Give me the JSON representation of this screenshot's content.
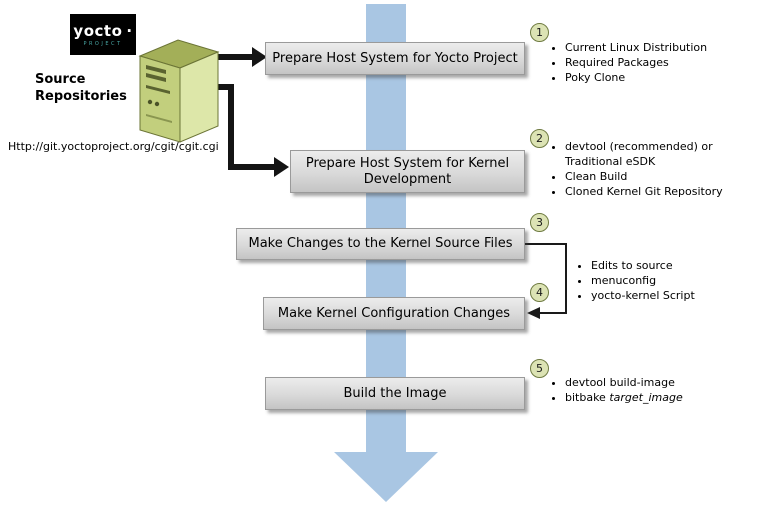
{
  "logo": {
    "brand": "yocto",
    "dot": "·",
    "subtitle": "PROJECT"
  },
  "source": {
    "title": "Source Repositories",
    "url": "Http://git.yoctoproject.org/cgit/cgit.cgi"
  },
  "steps": {
    "s1": {
      "num": "1",
      "label": "Prepare Host System for Yocto Project"
    },
    "s2": {
      "num": "2",
      "label": "Prepare Host System for Kernel Development"
    },
    "s3": {
      "num": "3",
      "label": "Make Changes to the Kernel Source Files"
    },
    "s4": {
      "num": "4",
      "label": "Make Kernel Configuration Changes"
    },
    "s5": {
      "num": "5",
      "label": "Build the Image"
    }
  },
  "lists": {
    "step1": [
      "Current Linux Distribution",
      "Required Packages",
      "Poky Clone"
    ],
    "step2": [
      "devtool (recommended) or Traditional eSDK",
      "Clean Build",
      "Cloned Kernel Git Repository"
    ],
    "steps34": [
      "Edits to source",
      "menuconfig",
      "yocto-kernel Script"
    ],
    "step5": {
      "item1": "devtool build-image",
      "item2_prefix": "bitbake ",
      "item2_italic": "target_image"
    }
  },
  "colors": {
    "flow_arrow_blue": "#a9c6e3",
    "badge_fill": "#dce3b4",
    "badge_border": "#6f7b42",
    "box_gray_top": "#ececec",
    "box_gray_bottom": "#c4c4c4",
    "logo_background": "#000000",
    "logo_subtitle_teal": "#49a7a5",
    "server_green": "#cdd98e"
  }
}
